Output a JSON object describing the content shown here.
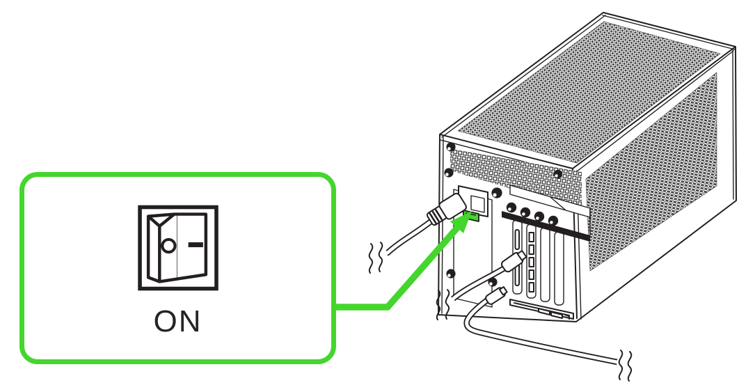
{
  "colors": {
    "accent": "#44d62c",
    "line": "#231f20",
    "text": "#242424",
    "background": "#ffffff"
  },
  "callout": {
    "label": "ON",
    "icon": "rocker-switch-on-icon"
  },
  "annotation": {
    "icon": "arrow-icon",
    "color": "#44d62c",
    "points_to": "power-switch"
  },
  "illustration": {
    "subject": "enclosure-rear-isometric-view",
    "highlighted_part": "power-switch",
    "thumbscrew_count": 4,
    "pci_bracket_count": 4,
    "panel_screw_count": 6,
    "parts": [
      "top-mesh-panel",
      "side-mesh-panel",
      "rear-vent-grille",
      "psu-plate",
      "ac-power-inlet",
      "power-switch",
      "power-plug",
      "power-cable",
      "panel-screws",
      "bracket-rail",
      "thumbscrews",
      "pci-slot-brackets",
      "bottom-slot",
      "thunderbolt-connector",
      "thunderbolt-cable",
      "upstream-connector",
      "upstream-cable",
      "cable-break-marks"
    ]
  }
}
